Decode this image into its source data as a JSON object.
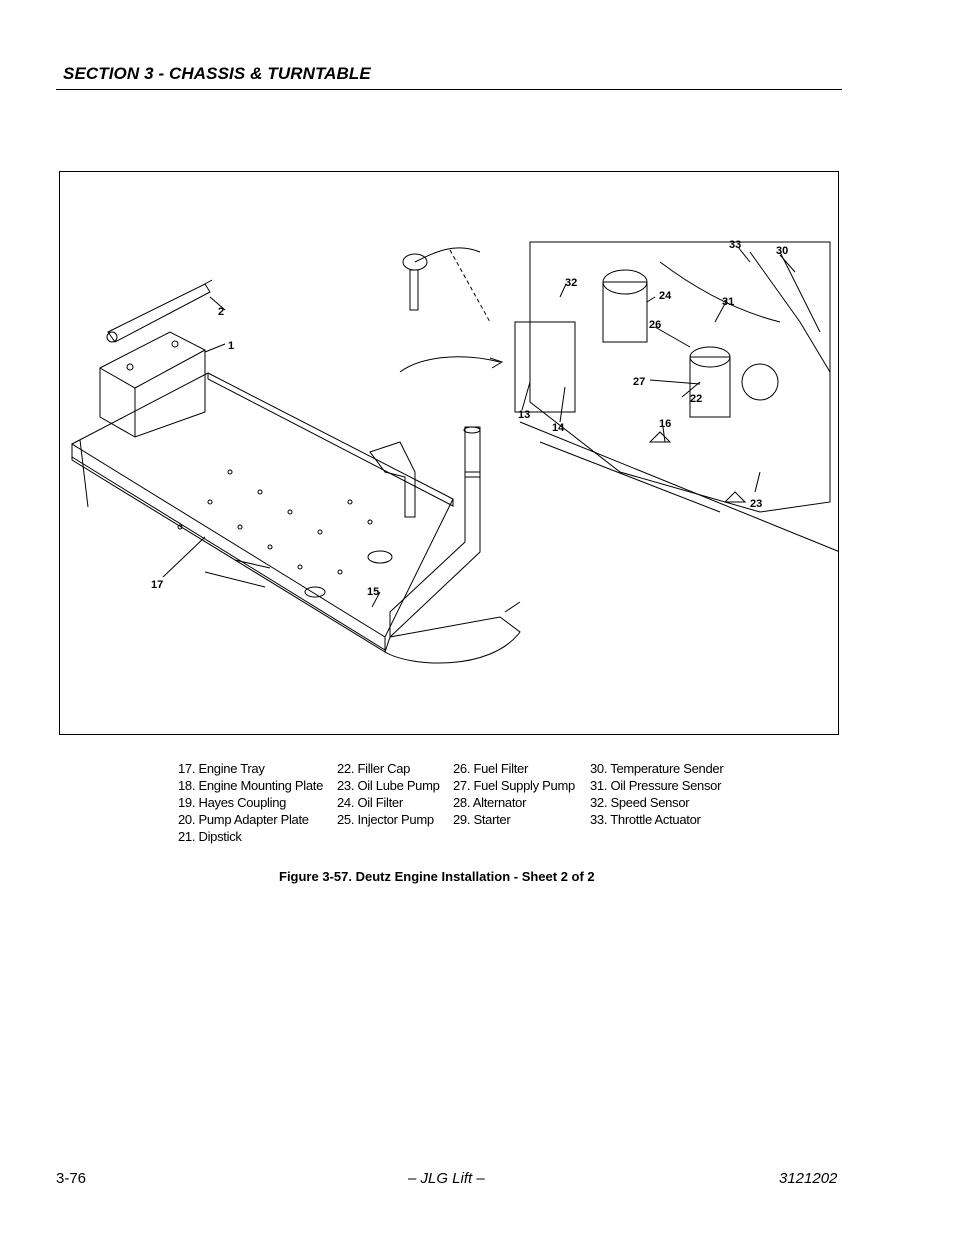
{
  "header": {
    "section_title": "SECTION 3 - CHASSIS & TURNTABLE"
  },
  "figure": {
    "callouts": [
      "1",
      "2",
      "13",
      "14",
      "15",
      "16",
      "17",
      "22",
      "23",
      "24",
      "26",
      "27",
      "30",
      "31",
      "32",
      "33"
    ],
    "caption": "Figure 3-57.  Deutz Engine Installation - Sheet 2 of 2"
  },
  "legend": {
    "col1": [
      "17.  Engine Tray",
      "18.  Engine Mounting Plate",
      "19.  Hayes Coupling",
      "20.  Pump Adapter Plate",
      "21.  Dipstick"
    ],
    "col2": [
      "22.  Filler Cap",
      "23.  Oil Lube Pump",
      "24.  Oil Filter",
      "25.  Injector Pump"
    ],
    "col3": [
      "26.  Fuel Filter",
      "27.  Fuel Supply Pump",
      "28.  Alternator",
      "29.  Starter"
    ],
    "col4": [
      "30.  Temperature Sender",
      "31.  Oil Pressure Sensor",
      "32.  Speed Sensor",
      "33.  Throttle Actuator"
    ]
  },
  "footer": {
    "page_number": "3-76",
    "center": "– JLG Lift –",
    "doc_number": "3121202"
  }
}
